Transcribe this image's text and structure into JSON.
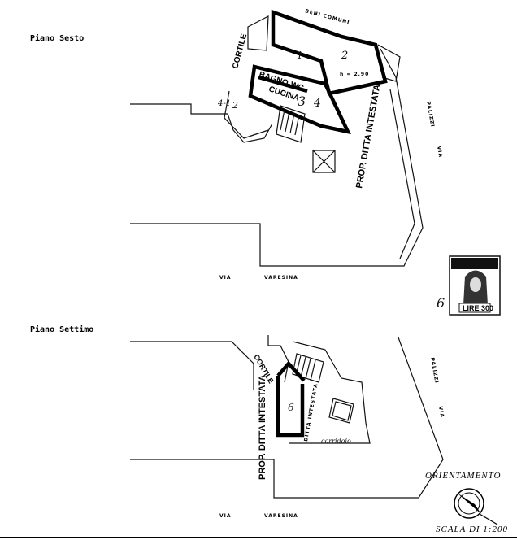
{
  "floors": [
    {
      "title": "Piano Sesto",
      "street_bottom": [
        "VIA",
        "VARESINA"
      ],
      "street_right": [
        "PALIZZI",
        "VIA"
      ],
      "labels": {
        "courtyard": "CORTILE",
        "bath": "BAGNO-WC",
        "kitchen": "CUCINA",
        "common": "BENI COMUNI",
        "owner": "PROP. DITTA INTESTATA",
        "height": "h = 2.90",
        "room1": "1",
        "room2": "2",
        "room3": "3",
        "room4": "4",
        "sub1": "4-1",
        "sub2": "2"
      }
    },
    {
      "title": "Piano Settimo",
      "street_bottom": [
        "VIA",
        "VARESINA"
      ],
      "street_right": [
        "PALIZZI",
        "VIA"
      ],
      "labels": {
        "courtyard": "CORTILE",
        "owner": "PROP. DITTA INTESTATA",
        "owner2": "DITTA INTESTATA",
        "corridor": "corridoio",
        "room": "6"
      }
    }
  ],
  "orientation": "ORIENTAMENTO",
  "scale": "SCALA DI 1:200",
  "stamp": {
    "value": "LIRE 300",
    "annotation": "6"
  }
}
